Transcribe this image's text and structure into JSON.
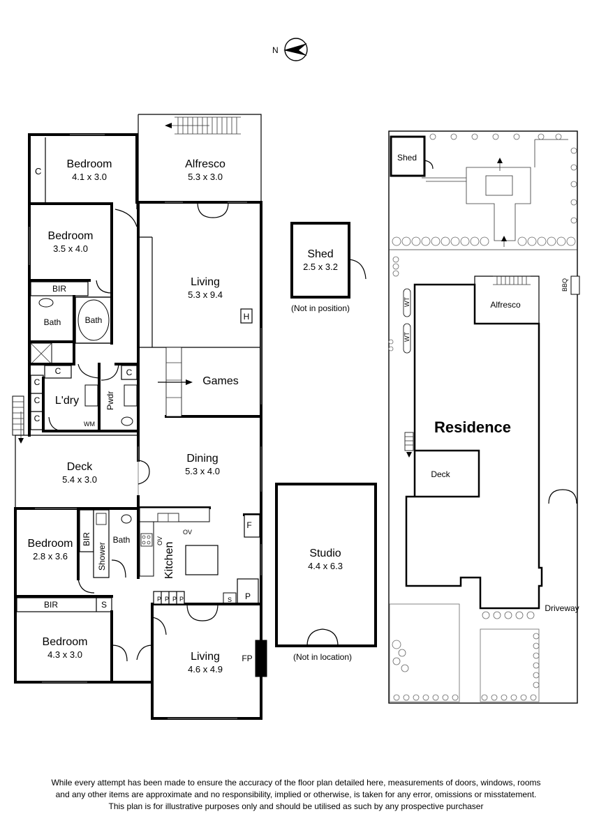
{
  "compass": {
    "label": "N"
  },
  "rooms": {
    "bedroom1": {
      "name": "Bedroom",
      "dim": "4.1 x 3.0"
    },
    "alfresco": {
      "name": "Alfresco",
      "dim": "5.3 x 3.0"
    },
    "bedroom2": {
      "name": "Bedroom",
      "dim": "3.5 x 4.0"
    },
    "living1": {
      "name": "Living",
      "dim": "5.3 x 9.4"
    },
    "games": {
      "name": "Games"
    },
    "bath1": {
      "name": "Bath"
    },
    "bath_tub": {
      "name": "Bath"
    },
    "laundry": {
      "name": "L'dry"
    },
    "powder": {
      "name": "Pwdr"
    },
    "dining": {
      "name": "Dining",
      "dim": "5.3 x 4.0"
    },
    "deck": {
      "name": "Deck",
      "dim": "5.4 x 3.0"
    },
    "bedroom3": {
      "name": "Bedroom",
      "dim": "2.8 x 3.6"
    },
    "shower": {
      "name": "Shower"
    },
    "bath2": {
      "name": "Bath"
    },
    "kitchen": {
      "name": "Kitchen"
    },
    "bedroom4": {
      "name": "Bedroom",
      "dim": "4.3 x 3.0"
    },
    "living2": {
      "name": "Living",
      "dim": "4.6 x 4.9"
    }
  },
  "fixtures": {
    "cupboard": "C",
    "bir": "BIR",
    "wm": "WM",
    "heater": "H",
    "fridge": "F",
    "pantry": "P",
    "storage": "S",
    "oven": "OV",
    "fireplace": "FP"
  },
  "outbuildings": {
    "shed": {
      "name": "Shed",
      "dim": "2.5 x 3.2",
      "note": "(Not in position)"
    },
    "studio": {
      "name": "Studio",
      "dim": "4.4 x 6.3",
      "note": "(Not in location)"
    }
  },
  "site": {
    "shed": "Shed",
    "alfresco": "Alfresco",
    "residence": "Residence",
    "deck": "Deck",
    "driveway": "Driveway",
    "bbq": "BBQ",
    "wt": "WT"
  },
  "disclaimer": [
    "While every attempt has been made to ensure the accuracy of the floor plan detailed here, measurements of doors, windows, rooms",
    "and any other items are approximate and no responsibility, implied or otherwise, is taken for any error, omissions or misstatement.",
    "This plan is for illustrative purposes only and should be utilised as such by any prospective purchaser"
  ]
}
